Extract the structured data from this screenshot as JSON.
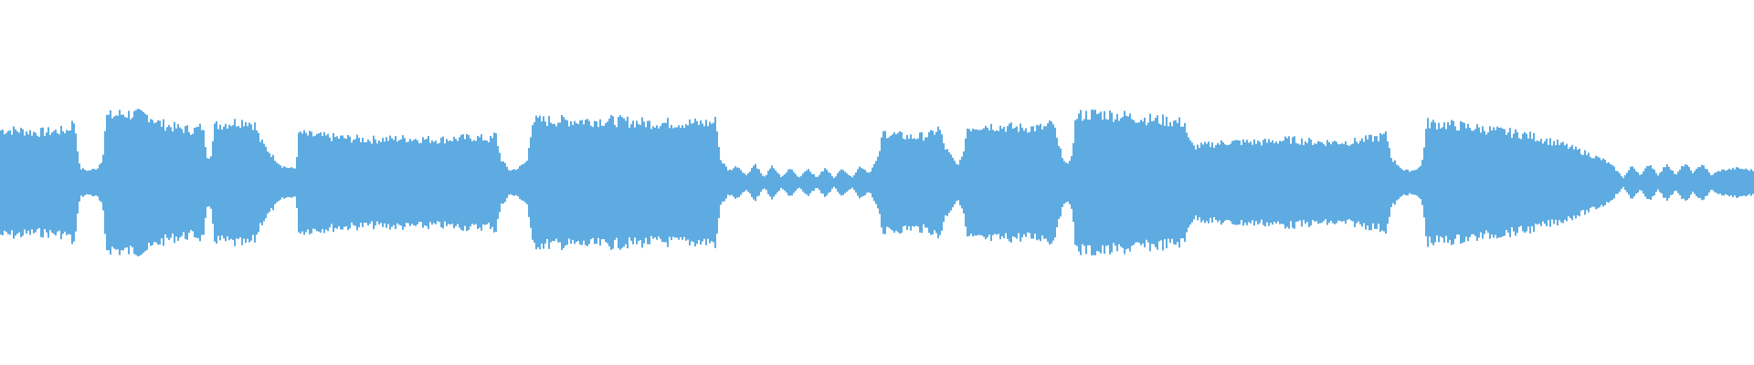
{
  "waveform": {
    "color": "#5dabe1",
    "background": "#ffffff",
    "envelope": [
      [
        0.0,
        0.44
      ],
      [
        0.01,
        0.44
      ],
      [
        0.02,
        0.42
      ],
      [
        0.03,
        0.43
      ],
      [
        0.038,
        0.44
      ],
      [
        0.042,
        0.52
      ],
      [
        0.045,
        0.12
      ],
      [
        0.05,
        0.1
      ],
      [
        0.055,
        0.12
      ],
      [
        0.058,
        0.2
      ],
      [
        0.06,
        0.55
      ],
      [
        0.07,
        0.58
      ],
      [
        0.085,
        0.56
      ],
      [
        0.09,
        0.5
      ],
      [
        0.1,
        0.46
      ],
      [
        0.11,
        0.44
      ],
      [
        0.115,
        0.47
      ],
      [
        0.118,
        0.2
      ],
      [
        0.12,
        0.25
      ],
      [
        0.122,
        0.48
      ],
      [
        0.13,
        0.5
      ],
      [
        0.14,
        0.52
      ],
      [
        0.145,
        0.48
      ],
      [
        0.148,
        0.35
      ],
      [
        0.155,
        0.22
      ],
      [
        0.16,
        0.14
      ],
      [
        0.165,
        0.12
      ],
      [
        0.168,
        0.12
      ],
      [
        0.17,
        0.42
      ],
      [
        0.175,
        0.4
      ],
      [
        0.19,
        0.38
      ],
      [
        0.21,
        0.36
      ],
      [
        0.23,
        0.37
      ],
      [
        0.25,
        0.36
      ],
      [
        0.27,
        0.38
      ],
      [
        0.28,
        0.36
      ],
      [
        0.282,
        0.42
      ],
      [
        0.285,
        0.2
      ],
      [
        0.29,
        0.1
      ],
      [
        0.295,
        0.12
      ],
      [
        0.3,
        0.18
      ],
      [
        0.303,
        0.52
      ],
      [
        0.32,
        0.52
      ],
      [
        0.35,
        0.52
      ],
      [
        0.37,
        0.5
      ],
      [
        0.38,
        0.5
      ],
      [
        0.405,
        0.5
      ],
      [
        0.408,
        0.52
      ],
      [
        0.41,
        0.2
      ],
      [
        0.415,
        0.1
      ],
      [
        0.42,
        0.14
      ],
      [
        0.425,
        0.06
      ],
      [
        0.43,
        0.16
      ],
      [
        0.435,
        0.04
      ],
      [
        0.44,
        0.14
      ],
      [
        0.445,
        0.04
      ],
      [
        0.45,
        0.12
      ],
      [
        0.455,
        0.04
      ],
      [
        0.46,
        0.12
      ],
      [
        0.465,
        0.04
      ],
      [
        0.47,
        0.12
      ],
      [
        0.475,
        0.04
      ],
      [
        0.48,
        0.12
      ],
      [
        0.485,
        0.04
      ],
      [
        0.49,
        0.14
      ],
      [
        0.495,
        0.08
      ],
      [
        0.5,
        0.2
      ],
      [
        0.503,
        0.42
      ],
      [
        0.51,
        0.4
      ],
      [
        0.52,
        0.38
      ],
      [
        0.53,
        0.4
      ],
      [
        0.535,
        0.46
      ],
      [
        0.538,
        0.3
      ],
      [
        0.545,
        0.15
      ],
      [
        0.548,
        0.2
      ],
      [
        0.551,
        0.46
      ],
      [
        0.56,
        0.48
      ],
      [
        0.58,
        0.46
      ],
      [
        0.595,
        0.46
      ],
      [
        0.6,
        0.5
      ],
      [
        0.603,
        0.3
      ],
      [
        0.608,
        0.14
      ],
      [
        0.61,
        0.18
      ],
      [
        0.613,
        0.56
      ],
      [
        0.625,
        0.58
      ],
      [
        0.64,
        0.56
      ],
      [
        0.65,
        0.54
      ],
      [
        0.665,
        0.52
      ],
      [
        0.675,
        0.5
      ],
      [
        0.677,
        0.36
      ],
      [
        0.68,
        0.3
      ],
      [
        0.69,
        0.32
      ],
      [
        0.7,
        0.34
      ],
      [
        0.72,
        0.34
      ],
      [
        0.735,
        0.36
      ],
      [
        0.75,
        0.34
      ],
      [
        0.77,
        0.34
      ],
      [
        0.785,
        0.38
      ],
      [
        0.79,
        0.4
      ],
      [
        0.793,
        0.2
      ],
      [
        0.8,
        0.1
      ],
      [
        0.805,
        0.1
      ],
      [
        0.81,
        0.14
      ],
      [
        0.813,
        0.5
      ],
      [
        0.83,
        0.48
      ],
      [
        0.85,
        0.44
      ],
      [
        0.87,
        0.4
      ],
      [
        0.89,
        0.32
      ],
      [
        0.905,
        0.24
      ],
      [
        0.915,
        0.18
      ],
      [
        0.92,
        0.12
      ],
      [
        0.925,
        0.04
      ],
      [
        0.93,
        0.14
      ],
      [
        0.935,
        0.06
      ],
      [
        0.94,
        0.16
      ],
      [
        0.945,
        0.06
      ],
      [
        0.95,
        0.16
      ],
      [
        0.955,
        0.06
      ],
      [
        0.96,
        0.16
      ],
      [
        0.965,
        0.08
      ],
      [
        0.97,
        0.16
      ],
      [
        0.975,
        0.06
      ],
      [
        0.98,
        0.1
      ],
      [
        0.99,
        0.12
      ],
      [
        1.0,
        0.1
      ]
    ]
  }
}
